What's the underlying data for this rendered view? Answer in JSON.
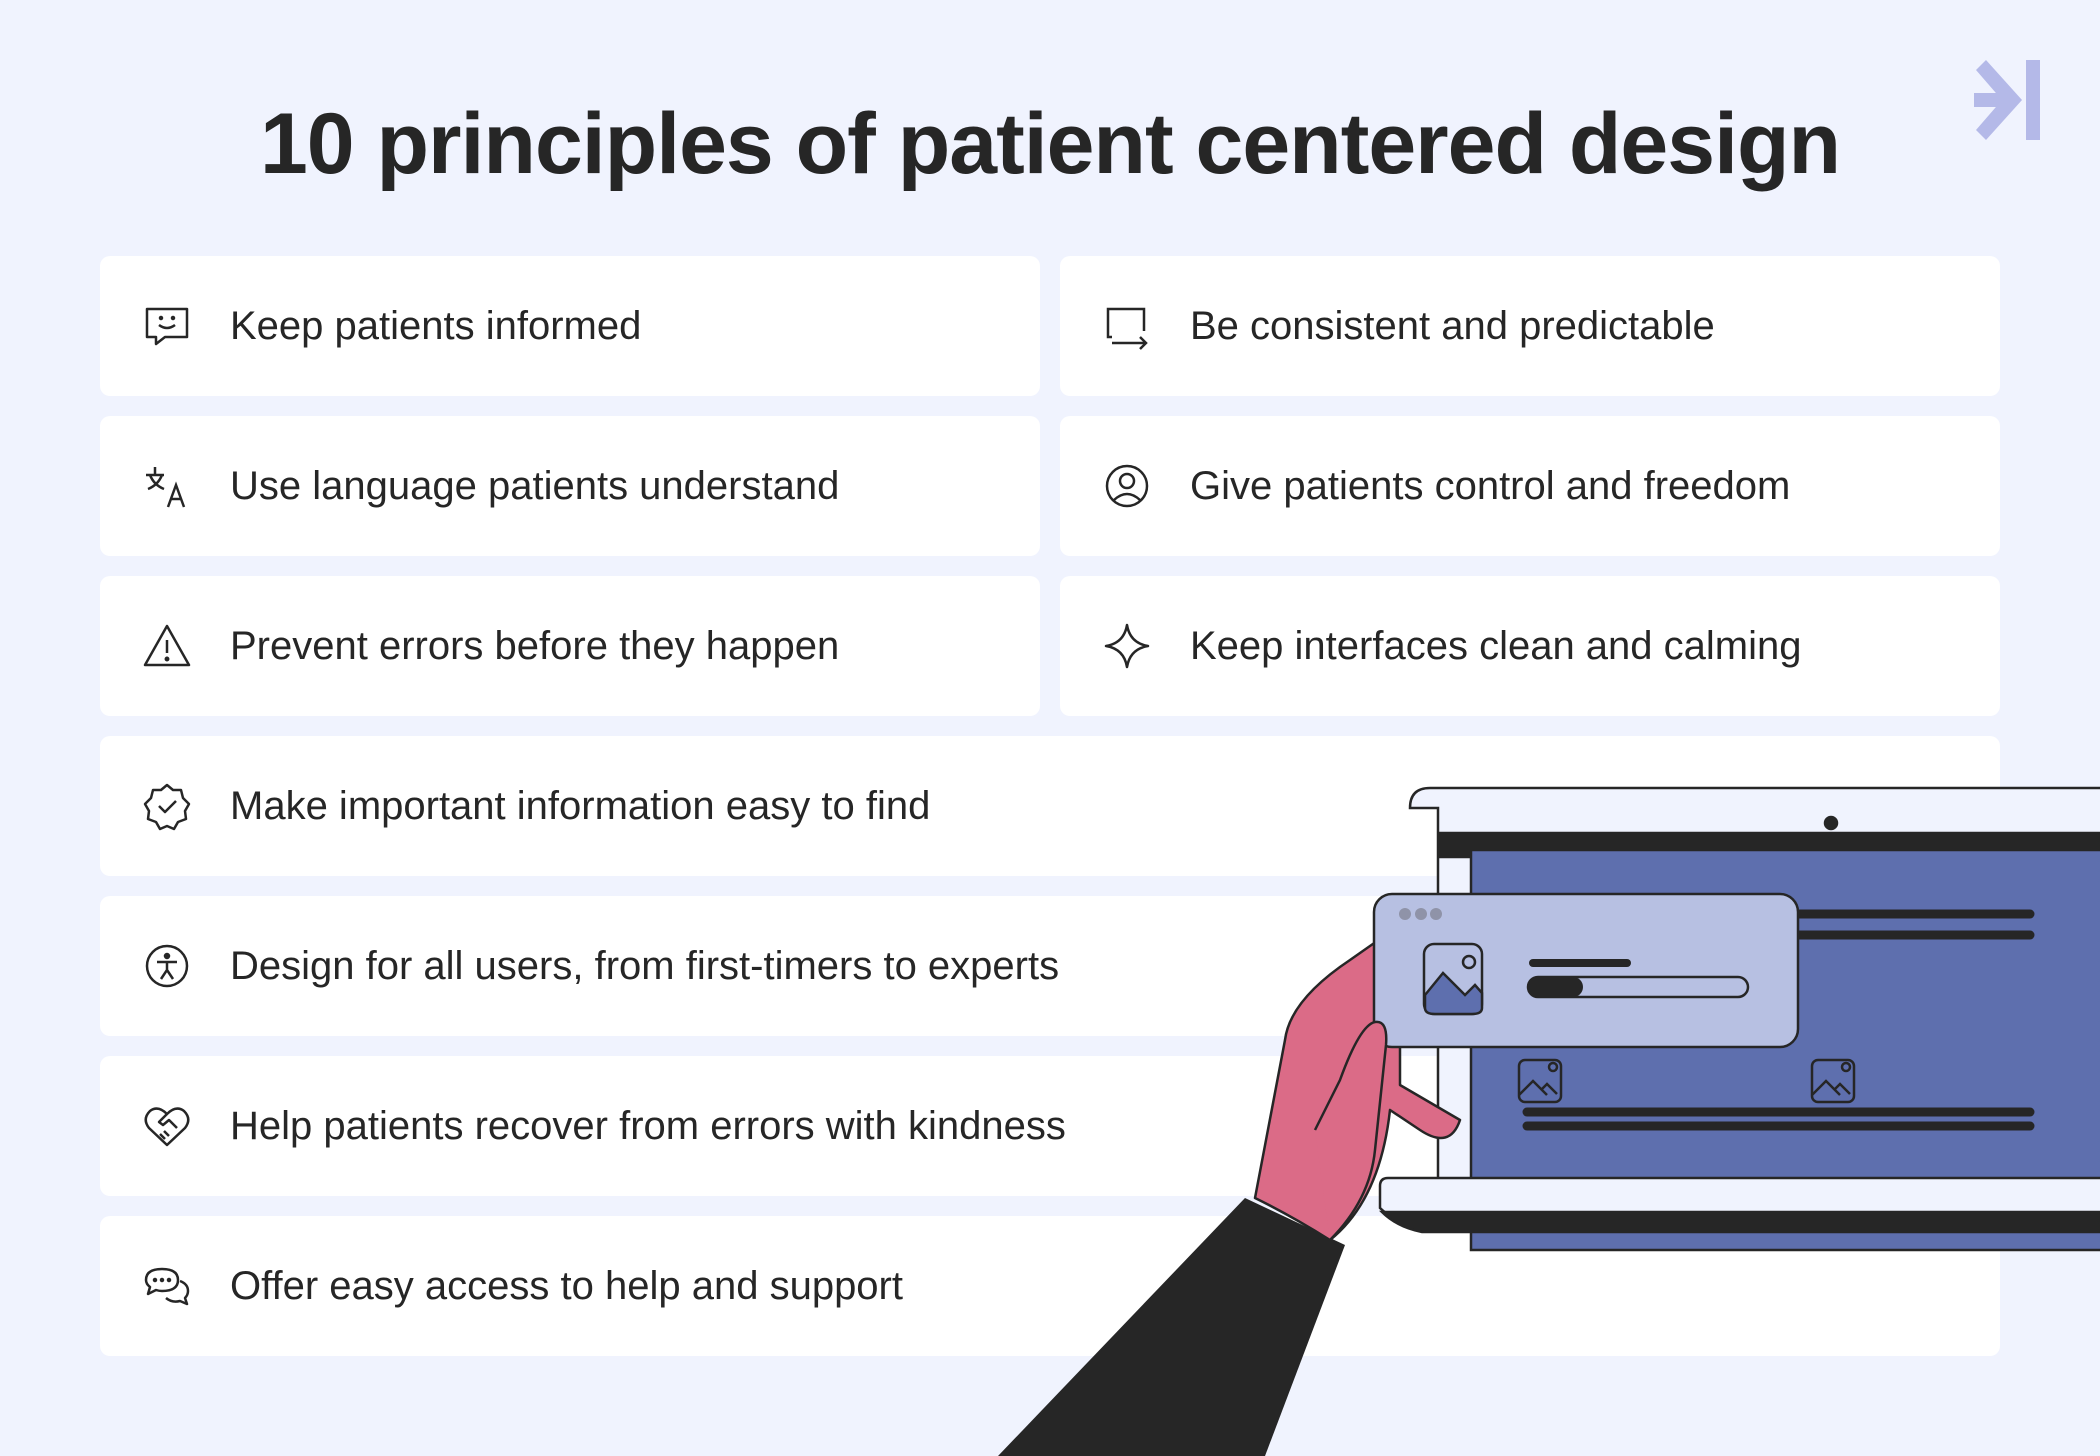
{
  "title": "10 principles of patient centered design",
  "colors": {
    "background": "#f0f3fe",
    "card": "#ffffff",
    "text": "#262626",
    "accent": "#b4b9e8",
    "screen": "#5e6fae",
    "hand": "#db6b87"
  },
  "principles": [
    {
      "label": "Keep patients informed",
      "icon": "chat-smile-icon"
    },
    {
      "label": "Be consistent and predictable",
      "icon": "screen-arrow-icon"
    },
    {
      "label": "Use language patients understand",
      "icon": "translate-icon"
    },
    {
      "label": "Give patients control and freedom",
      "icon": "user-circle-icon"
    },
    {
      "label": "Prevent errors before they happen",
      "icon": "warning-icon"
    },
    {
      "label": "Keep interfaces clean and calming",
      "icon": "sparkle-icon"
    },
    {
      "label": "Make important information easy to find",
      "icon": "verified-badge-icon"
    },
    {
      "label": "Design for all users, from first-timers to experts",
      "icon": "accessibility-icon"
    },
    {
      "label": "Help patients recover from errors with kindness",
      "icon": "heart-handshake-icon"
    },
    {
      "label": "Offer easy access to help and support",
      "icon": "chat-bubbles-icon"
    }
  ],
  "illustration": {
    "upload_progress": 0.25
  }
}
